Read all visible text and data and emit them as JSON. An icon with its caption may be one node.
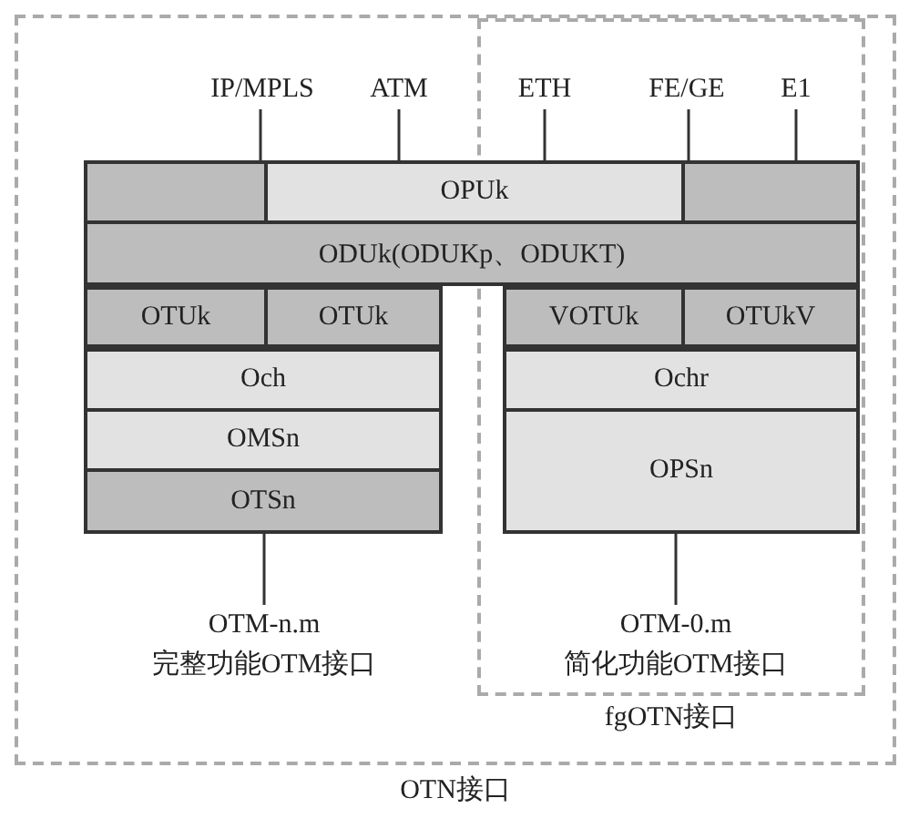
{
  "diagram": {
    "nodes": [
      {
        "text": [
          "OTN接口"
        ]
      },
      {
        "text": [
          "fgOTN接口"
        ],
        "in": 0
      },
      {
        "text": [],
        "shape": "box",
        "in": 0
      },
      {
        "text": [
          "OPUk"
        ],
        "in": 0
      },
      {
        "text": [],
        "shape": "box",
        "in": 1
      },
      {
        "text": [
          "ODUk(ODUKp、ODUKT)"
        ],
        "in": 0
      },
      {
        "text": [
          "OTUk"
        ],
        "in": 0
      },
      {
        "text": [
          "OTUk"
        ],
        "in": 0
      },
      {
        "text": [
          "VOTUk"
        ],
        "in": 1
      },
      {
        "text": [
          "OTUkV"
        ],
        "in": 1
      },
      {
        "text": [
          "Och"
        ],
        "in": 0
      },
      {
        "text": [
          "OMSn"
        ],
        "in": 0
      },
      {
        "text": [
          "OTSn"
        ],
        "in": 0
      },
      {
        "text": [
          "Ochr"
        ],
        "in": 1
      },
      {
        "text": [
          "OPSn"
        ],
        "in": 1
      },
      {
        "text": [
          "IP/MPLS"
        ],
        "in": 0
      },
      {
        "text": [
          "ATM"
        ],
        "in": 0
      },
      {
        "text": [
          "ETH"
        ],
        "in": 1
      },
      {
        "text": [
          "FE/GE"
        ],
        "in": 1
      },
      {
        "text": [
          "E1"
        ],
        "in": 1
      },
      {
        "text": [
          "OTM-n.m",
          "完整功能OTM接口"
        ],
        "in": 0
      },
      {
        "text": [
          "OTM-0.m",
          "简化功能OTM接口"
        ],
        "in": 1
      }
    ],
    "edges": [
      {
        "from": 15,
        "to": 2,
        "arrow": "none"
      },
      {
        "from": 16,
        "to": 3,
        "arrow": "none"
      },
      {
        "from": 17,
        "to": 3,
        "arrow": "none"
      },
      {
        "from": 18,
        "to": 4,
        "arrow": "none"
      },
      {
        "from": 19,
        "to": 4,
        "arrow": "none"
      },
      {
        "from": 20,
        "to": 12,
        "arrow": "none"
      },
      {
        "from": 21,
        "to": 14,
        "arrow": "none"
      }
    ]
  }
}
